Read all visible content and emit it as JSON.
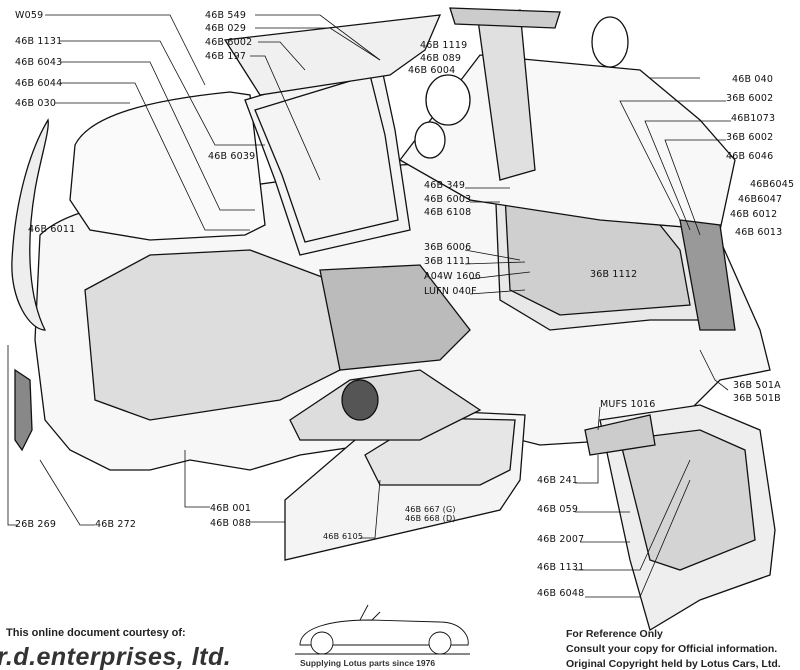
{
  "diagram": {
    "labels": [
      "W059",
      "46B 1131",
      "46B 6043",
      "46B 6044",
      "46B 030",
      "46B 6011",
      "46B 549",
      "46B 029",
      "46B 6002",
      "46B 197",
      "46B 1119",
      "46B 089",
      "46B 6004",
      "46B 6039",
      "46B 349",
      "46B 6003",
      "46B 6108",
      "46B 040",
      "36B 6002",
      "46B1073",
      "36B 6002",
      "46B 6046",
      "46B6045",
      "46B6047",
      "46B 6012",
      "46B 6013",
      "36B 6006",
      "36B 1111",
      "A04W 1606",
      "LUFN 040F",
      "36B 1112",
      "36B 501A",
      "36B 501B",
      "MUFS 1016",
      "46B 241",
      "46B 059",
      "46B 2007",
      "46B 1131",
      "46B 6048",
      "46B 001",
      "46B 088",
      "46B 667 (G)",
      "46B 668 (D)",
      "46B 6105",
      "26B 269",
      "46B 272"
    ]
  },
  "footer": {
    "courtesy": "This online document courtesy of:",
    "brand": "r.d.enterprises, ltd.",
    "tagline": "Supplying Lotus parts since 1976",
    "notice1": "For Reference Only",
    "notice2": "Consult your copy for Official information.",
    "notice3": "Original Copyright held by Lotus Cars, Ltd."
  }
}
